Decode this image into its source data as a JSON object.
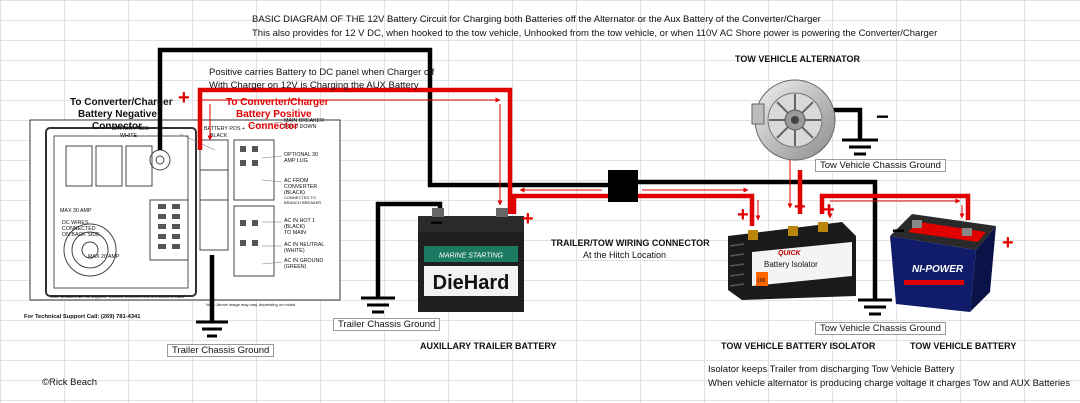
{
  "header": {
    "line1": "BASIC DIAGRAM OF THE 12V Battery Circuit for Charging both Batteries off the Alternator or the Aux Battery of the Converter/Charger",
    "line2": "This also provides for 12 V DC, when hooked to the tow vehicle, Unhooked from the tow vehicle, or when 110V AC Shore power is powering the Converter/Charger"
  },
  "notes": {
    "positive_1": "Positive carries Battery to DC panel when Charger off",
    "positive_2": "With Charger on 12V is Charging the AUX Battery",
    "isolator_1": "Isolator keeps Trailer from discharging Tow Vehicle Battery",
    "isolator_2": "When vehicle alternator is producing charge voltage it charges Tow and AUX Batteries"
  },
  "labels": {
    "conv_neg_1": "To Converter/Charger",
    "conv_neg_2": "Battery  Negative",
    "conv_neg_3": "Connector",
    "conv_pos_1": "To Converter/Charger",
    "conv_pos_2": "Battery  Positive",
    "conv_pos_3": "Connector",
    "alternator": "TOW VEHICLE ALTERNATOR",
    "connector_1": "TRAILER/TOW WIRING CONNECTOR",
    "connector_2": "At the Hitch Location",
    "aux_battery": "AUXILLARY TRAILER BATTERY",
    "isolator": "TOW VEHICLE BATTERY ISOLATOR",
    "tow_battery": "TOW VEHICLE BATTERY",
    "trailer_ground_1": "Trailer Chassis Ground",
    "trailer_ground_2": "Trailer Chassis Ground",
    "tow_ground_1": "Tow Vehicle Chassis Ground",
    "tow_ground_2": "Tow Vehicle Chassis Ground",
    "copyright": "©Rick Beach",
    "plus": "+",
    "minus": "−"
  },
  "converter_panel": {
    "neg": "BATTERY NEG -",
    "neg_color": "WHITE",
    "pos": "BATTERY POS +",
    "pos_color": "BLACK",
    "main_breaker_1": "MAIN BREAKER",
    "main_breaker_2": "FOLD DOWN",
    "optional_1": "OPTIONAL 30",
    "optional_2": "AMP LUG",
    "ac_from_1": "AC FROM",
    "ac_from_2": "CONVERTER",
    "ac_from_3": "(BLACK)",
    "ac_from_4": "CONNECTED TO",
    "ac_from_5": "BRANCH BREAKER",
    "ac_hot_1": "AC IN HOT 1",
    "ac_hot_2": "(BLACK)",
    "ac_hot_3": "TO MAIN",
    "ac_neutral_1": "AC IN NEUTRAL",
    "ac_neutral_2": "(WHITE)",
    "ac_ground_1": "AC IN GROUND",
    "ac_ground_2": "(GREEN)",
    "max30": "MAX 30 AMP",
    "dc_wires_1": "DC WIRES",
    "dc_wires_2": "CONNECTED",
    "dc_wires_3": "ON BACK SIDE",
    "max20": "MAX 20 AMP",
    "note_1": "Note: Breakers are not supplied. Connect Converter this is a branch breaker.",
    "note_2": "Note: Above image may vary, depending on model.",
    "support": "For Technical Support Call: (269) 781-4341"
  },
  "aux_battery_face": {
    "brand": "DieHard",
    "stripe": "MARINE STARTING"
  },
  "isolator_face": {
    "brand": "QUICK",
    "name": "Battery Isolator",
    "rating": "100"
  },
  "tow_battery_face": {
    "brand": "NI-POWER"
  },
  "colors": {
    "positive": "#e00000",
    "negative": "#000000",
    "arrow": "#e00000",
    "background": "#ffffff",
    "grid": "#e2e2e2"
  }
}
